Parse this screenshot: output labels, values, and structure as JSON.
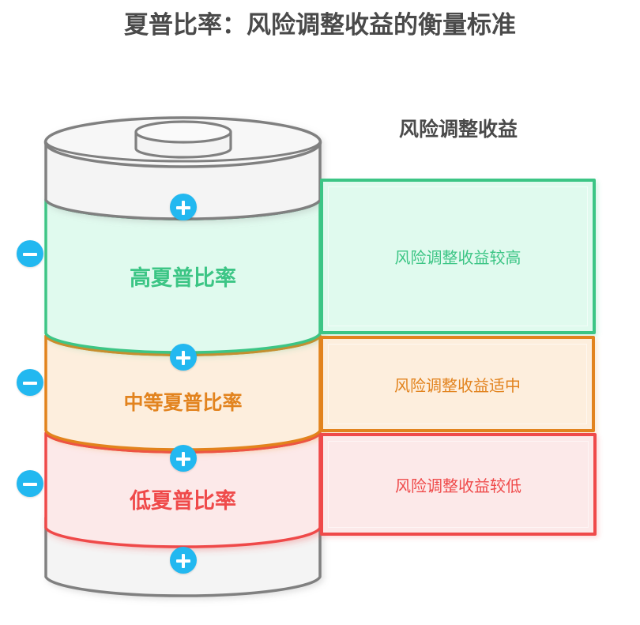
{
  "page": {
    "title": "夏普比率：风险调整收益的衡量标准",
    "background_color": "#ffffff",
    "title_color": "#4a4a4a"
  },
  "right_column": {
    "header": "风险调整收益"
  },
  "accent_colors": {
    "control_button": "#22b8f0",
    "control_icon": "#ffffff",
    "cylinder_outline": "#808080",
    "cylinder_body": "#f4f4f4"
  },
  "chart_data": {
    "type": "diagram",
    "title": "夏普比率：风险调整收益的衡量标准",
    "subtitle": "风险调整收益",
    "layout": "segmented-cylinder-with-callout-boxes",
    "categories": [
      "高夏普比率",
      "中等夏普比率",
      "低夏普比率"
    ],
    "values": [
      "风险调整收益较高",
      "风险调整收益适中",
      "风险调整收益较低"
    ],
    "colors": [
      "#3cc585",
      "#e2831e",
      "#ef4a4a"
    ]
  },
  "segments": [
    {
      "id": "high",
      "label": "高夏普比率",
      "description": "风险调整收益较高",
      "color": "#3cc585",
      "fill": "#e0faee",
      "minus_button": "remove-segment",
      "plus_button": "add-segment"
    },
    {
      "id": "medium",
      "label": "中等夏普比率",
      "description": "风险调整收益适中",
      "color": "#e2831e",
      "fill": "#fdeedd",
      "minus_button": "remove-segment",
      "plus_button": "add-segment"
    },
    {
      "id": "low",
      "label": "低夏普比率",
      "description": "风险调整收益较低",
      "color": "#ef4a4a",
      "fill": "#fce9e9",
      "minus_button": "remove-segment",
      "plus_button": "add-segment"
    }
  ],
  "controls": {
    "plus_icon": "plus-icon",
    "minus_icon": "minus-icon"
  }
}
